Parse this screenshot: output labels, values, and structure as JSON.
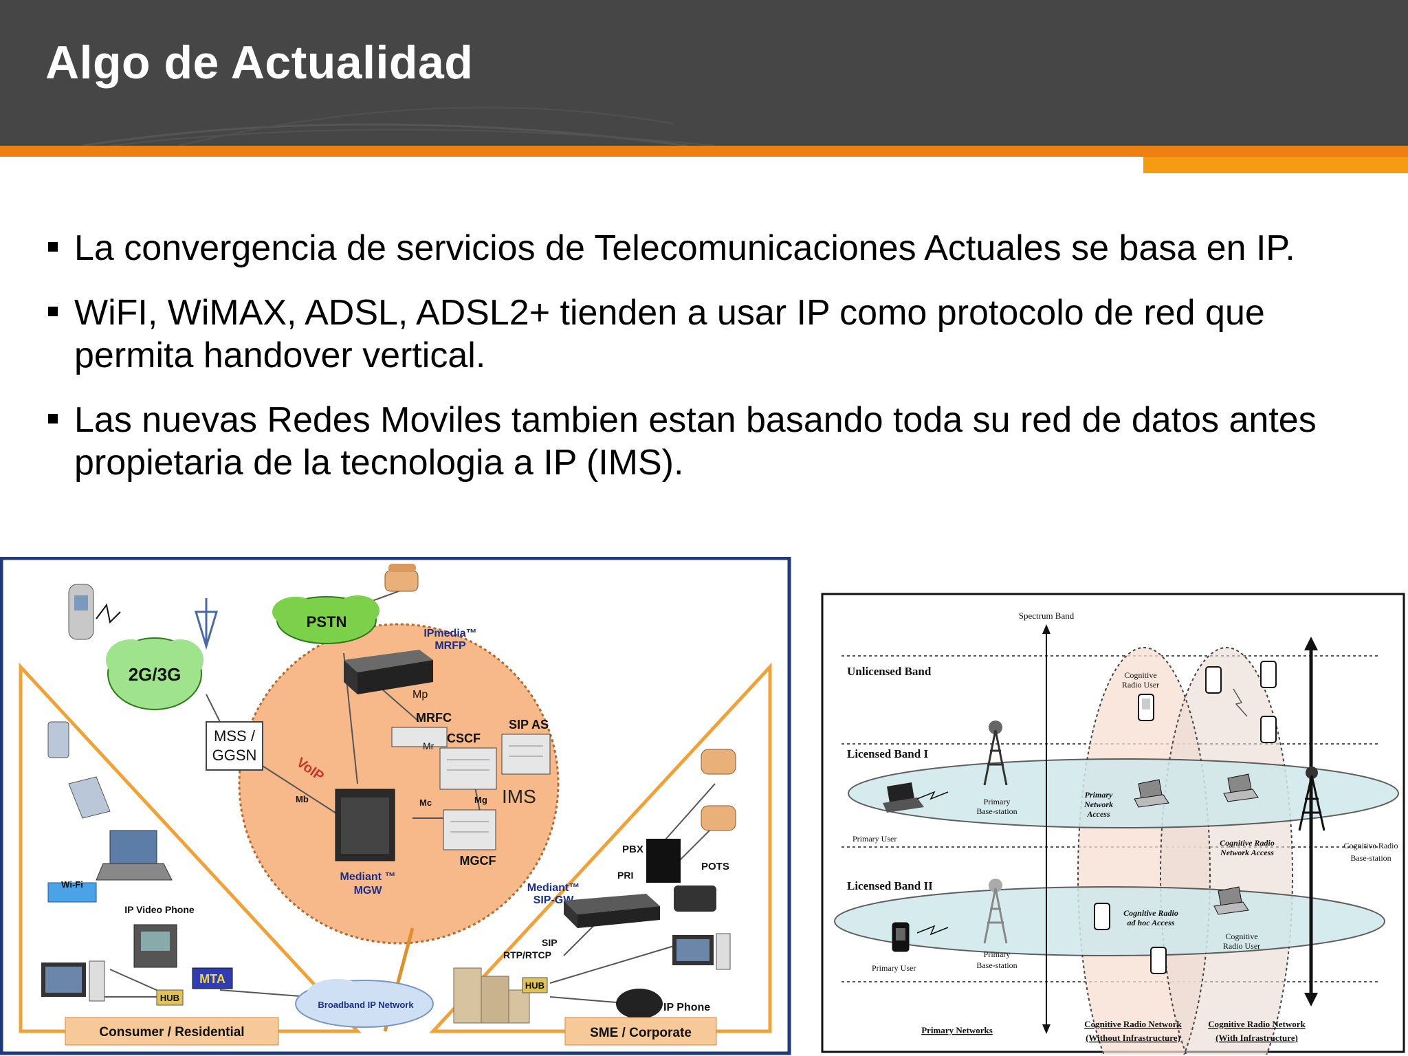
{
  "title": "Algo de Actualidad",
  "bullets": [
    {
      "text": "La convergencia de servicios de Telecomunicaciones Actuales se basa en IP."
    },
    {
      "text": "WiFI, WiMAX, ADSL, ADSL2+ tienden a usar IP como protocolo de red que permita handover vertical."
    },
    {
      "text": "Las nuevas Redes Moviles tambien estan basando toda su red de datos antes propietaria de la tecnologia a IP (IMS)."
    }
  ],
  "ims_diagram": {
    "pstn": "PSTN",
    "cell": "2G/3G",
    "mss_line1": "MSS /",
    "mss_line2": "GGSN",
    "voip": "VoIP",
    "ipmedia_line1": "IPmedia™",
    "ipmedia_line2": "MRFP",
    "mp": "Mp",
    "mrfc": "MRFC",
    "mr": "Mr",
    "cscf": "CSCF",
    "sip_as": "SIP AS",
    "ims": "IMS",
    "mb": "Mb",
    "mc": "Mc",
    "mg": "Mg",
    "mgcf": "MGCF",
    "mediant_mgw_line1": "Mediant ™",
    "mediant_mgw_line2": "MGW",
    "wifi": "Wi-Fi",
    "ip_video_phone": "IP Video Phone",
    "mta": "MTA",
    "hub_left": "HUB",
    "broadband": "Broadband IP Network",
    "consumer": "Consumer / Residential",
    "pbx": "PBX",
    "pri": "PRI",
    "pots": "POTS",
    "mediant_sip_line1": "Mediant™",
    "mediant_sip_line2": "SIP-GW",
    "sip": "SIP",
    "rtp": "RTP/RTCP",
    "hub_right": "HUB",
    "ip_phone": "IP Phone",
    "sme": "SME / Corporate"
  },
  "cr_diagram": {
    "spectrum_band": "Spectrum Band",
    "unlicensed": "Unlicensed Band",
    "licensed1": "Licensed Band I",
    "licensed2": "Licensed Band II",
    "cr_user_top_line1": "Cognitive",
    "cr_user_top_line2": "Radio User",
    "primary_bs1_line1": "Primary",
    "primary_bs1_line2": "Base-station",
    "primary_access_line1": "Primary",
    "primary_access_line2": "Network",
    "primary_access_line3": "Access",
    "primary_user1": "Primary User",
    "cr_net_access_line1": "Cognitive Radio",
    "cr_net_access_line2": "Network Access",
    "cr_bs_line1": "Cognitive Radio",
    "cr_bs_line2": "Base-station",
    "cr_adhoc_line1": "Cognitive Radio",
    "cr_adhoc_line2": "ad hoc Access",
    "cr_user_bottom_line1": "Cognitive",
    "cr_user_bottom_line2": "Radio User",
    "primary_user2": "Primary User",
    "primary_bs2_line1": "Primary",
    "primary_bs2_line2": "Base-station",
    "primary_networks": "Primary Networks",
    "crn_without_line1": "Cognitive Radio Network",
    "crn_without_line2": "(Without Infrastructure)",
    "crn_with_line1": "Cognitive Radio Network",
    "crn_with_line2": "(With Infrastructure)"
  }
}
